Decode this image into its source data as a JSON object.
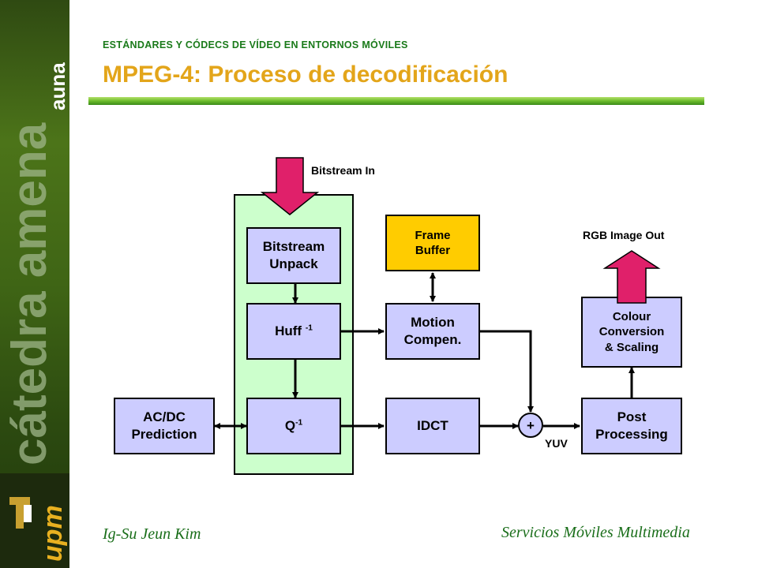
{
  "sidebar": {
    "brand_text": "cátedra amena",
    "brand_sub": "auna",
    "logo_text": "upm"
  },
  "header": {
    "subtitle": "ESTÁNDARES Y CÓDECS DE VÍDEO EN ENTORNOS MÓVILES",
    "title": "MPEG-4: Proceso de decodificación"
  },
  "diagram": {
    "bitstream_in": "Bitstream In",
    "rgb_out": "RGB Image Out",
    "yuv": "YUV",
    "plus": "+",
    "blocks": {
      "unpack_line1": "Bitstream",
      "unpack_line2": "Unpack",
      "huff": "Huff",
      "huff_sup": "-1",
      "q": "Q",
      "q_sup": "-1",
      "acdc_line1": "AC/DC",
      "acdc_line2": "Prediction",
      "frame_line1": "Frame",
      "frame_line2": "Buffer",
      "motion_line1": "Motion",
      "motion_line2": "Compen.",
      "idct": "IDCT",
      "colour_line1": "Colour",
      "colour_line2": "Conversion",
      "colour_line3": "& Scaling",
      "post_line1": "Post",
      "post_line2": "Processing"
    },
    "colors": {
      "purple": "#ccccff",
      "yellow": "#ffcc00",
      "green": "#ccffcc",
      "arrow": "#e0206a"
    }
  },
  "footer": {
    "author": "Ig-Su Jeun Kim",
    "course": "Servicios Móviles Multimedia"
  }
}
